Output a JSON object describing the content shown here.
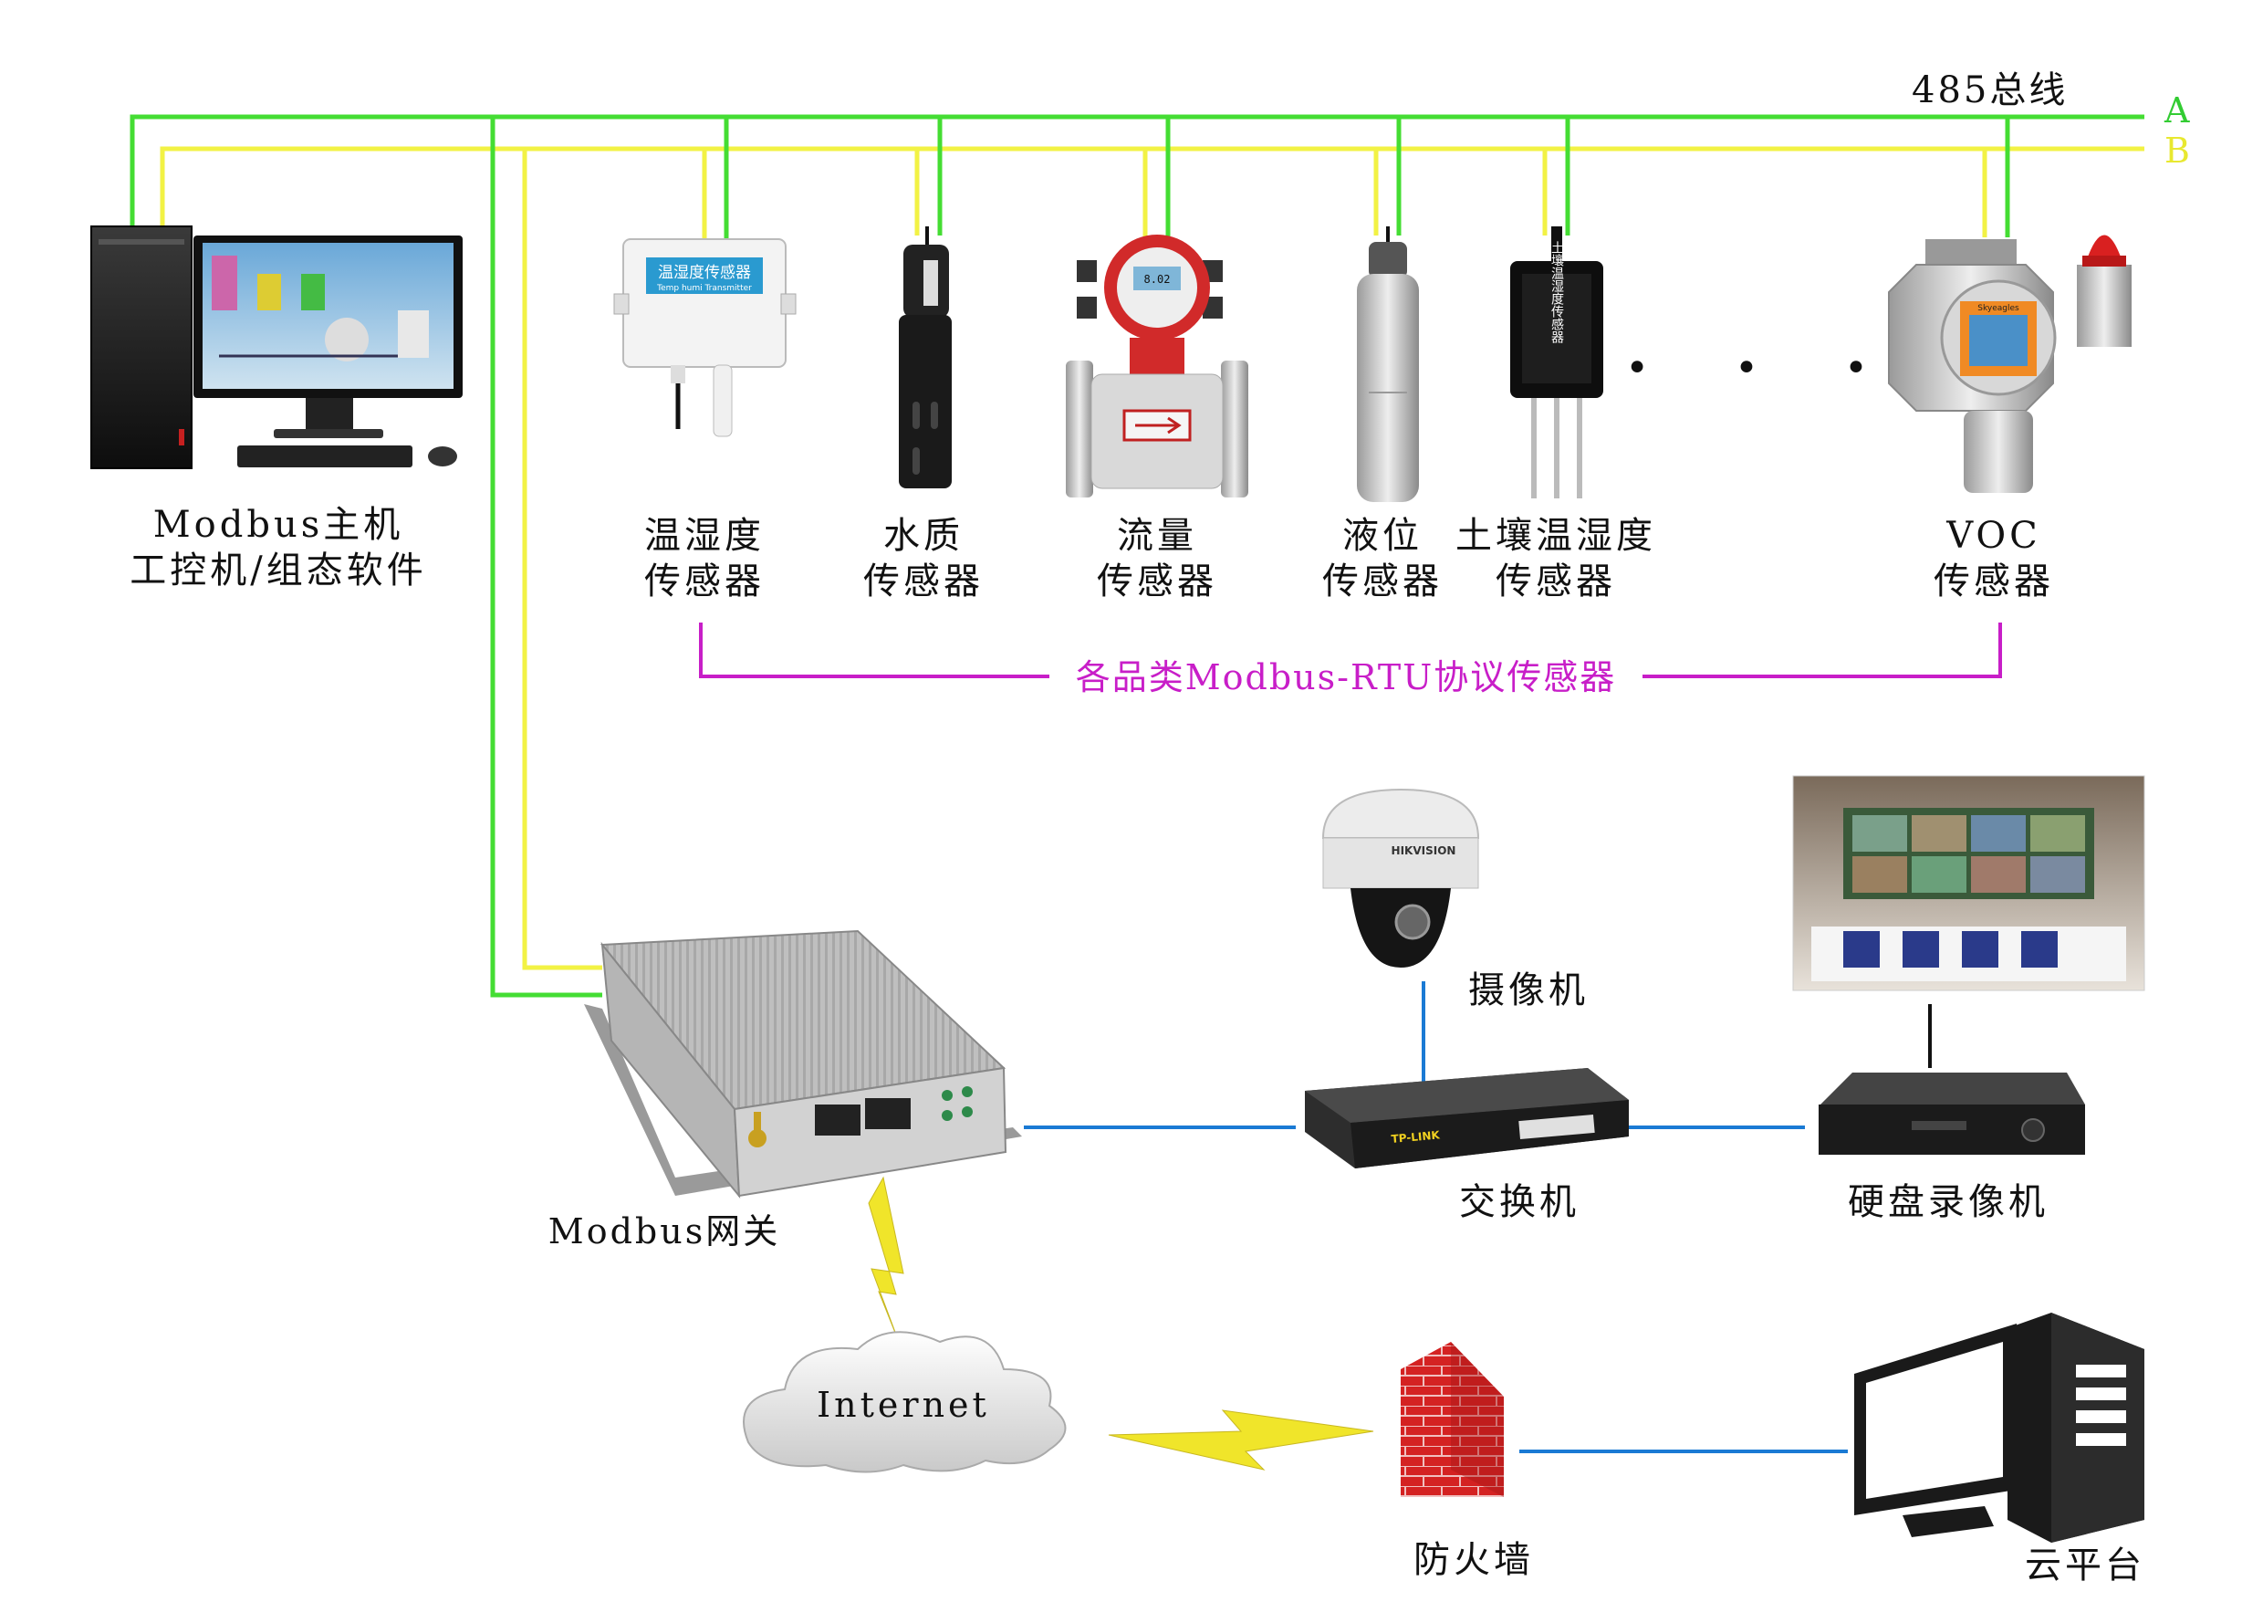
{
  "bus": {
    "title": "485总线",
    "line_a": "A",
    "line_b": "B"
  },
  "host": {
    "line1": "Modbus主机",
    "line2": "工控机/组态软件"
  },
  "sensors": [
    {
      "line1": "温湿度",
      "line2": "传感器",
      "device_text": "温湿度传感器",
      "device_subtext": "Temp humi Transmitter"
    },
    {
      "line1": "水质",
      "line2": "传感器"
    },
    {
      "line1": "流量",
      "line2": "传感器",
      "display": "8.02"
    },
    {
      "line1": "液位",
      "line2": "传感器"
    },
    {
      "line1": "土壤温湿度",
      "line2": "传感器",
      "device_text": "土壤温湿度传感器"
    },
    {
      "line1": "VOC",
      "line2": "传感器",
      "brand": "Skyeagles"
    }
  ],
  "ellipsis": "• • •",
  "sensor_group_caption": "各品类Modbus-RTU协议传感器",
  "gateway": {
    "label": "Modbus网关"
  },
  "camera": {
    "label": "摄像机",
    "brand": "HIKVISION"
  },
  "switch": {
    "label": "交换机",
    "brand": "TP-LINK"
  },
  "nvr": {
    "label": "硬盘录像机"
  },
  "internet": {
    "label": "Internet"
  },
  "firewall": {
    "label": "防火墙"
  },
  "cloud_platform": {
    "label": "云平台"
  },
  "colors": {
    "bus_a": "#44dd33",
    "bus_b": "#f2f244",
    "ethernet": "#1a7ad4",
    "group_bracket": "#c81ec8",
    "bus_letter_a": "#33cc33",
    "bus_letter_b": "#e8e830",
    "lightning": "#f0e52a"
  }
}
